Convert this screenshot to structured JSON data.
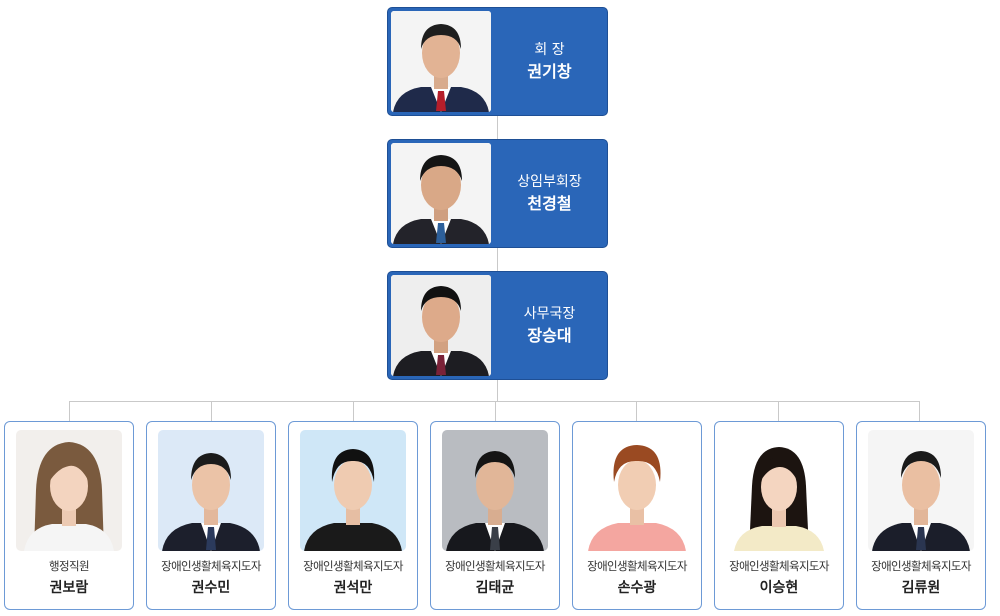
{
  "executives": [
    {
      "role": "회 장",
      "name": "권기창"
    },
    {
      "role": "상임부회장",
      "name": "천경철"
    },
    {
      "role": "사무국장",
      "name": "장승대"
    }
  ],
  "staff": [
    {
      "role": "행정직원",
      "name": "권보람"
    },
    {
      "role": "장애인생활체육지도자",
      "name": "권수민"
    },
    {
      "role": "장애인생활체육지도자",
      "name": "권석만"
    },
    {
      "role": "장애인생활체육지도자",
      "name": "김태균"
    },
    {
      "role": "장애인생활체육지도자",
      "name": "손수광"
    },
    {
      "role": "장애인생활체육지도자",
      "name": "이승현"
    },
    {
      "role": "장애인생활체육지도자",
      "name": "김류원"
    }
  ],
  "colors": {
    "exec_box": "#2a66b8",
    "staff_border": "#6d9ad6",
    "connector": "#c9c9c9"
  }
}
